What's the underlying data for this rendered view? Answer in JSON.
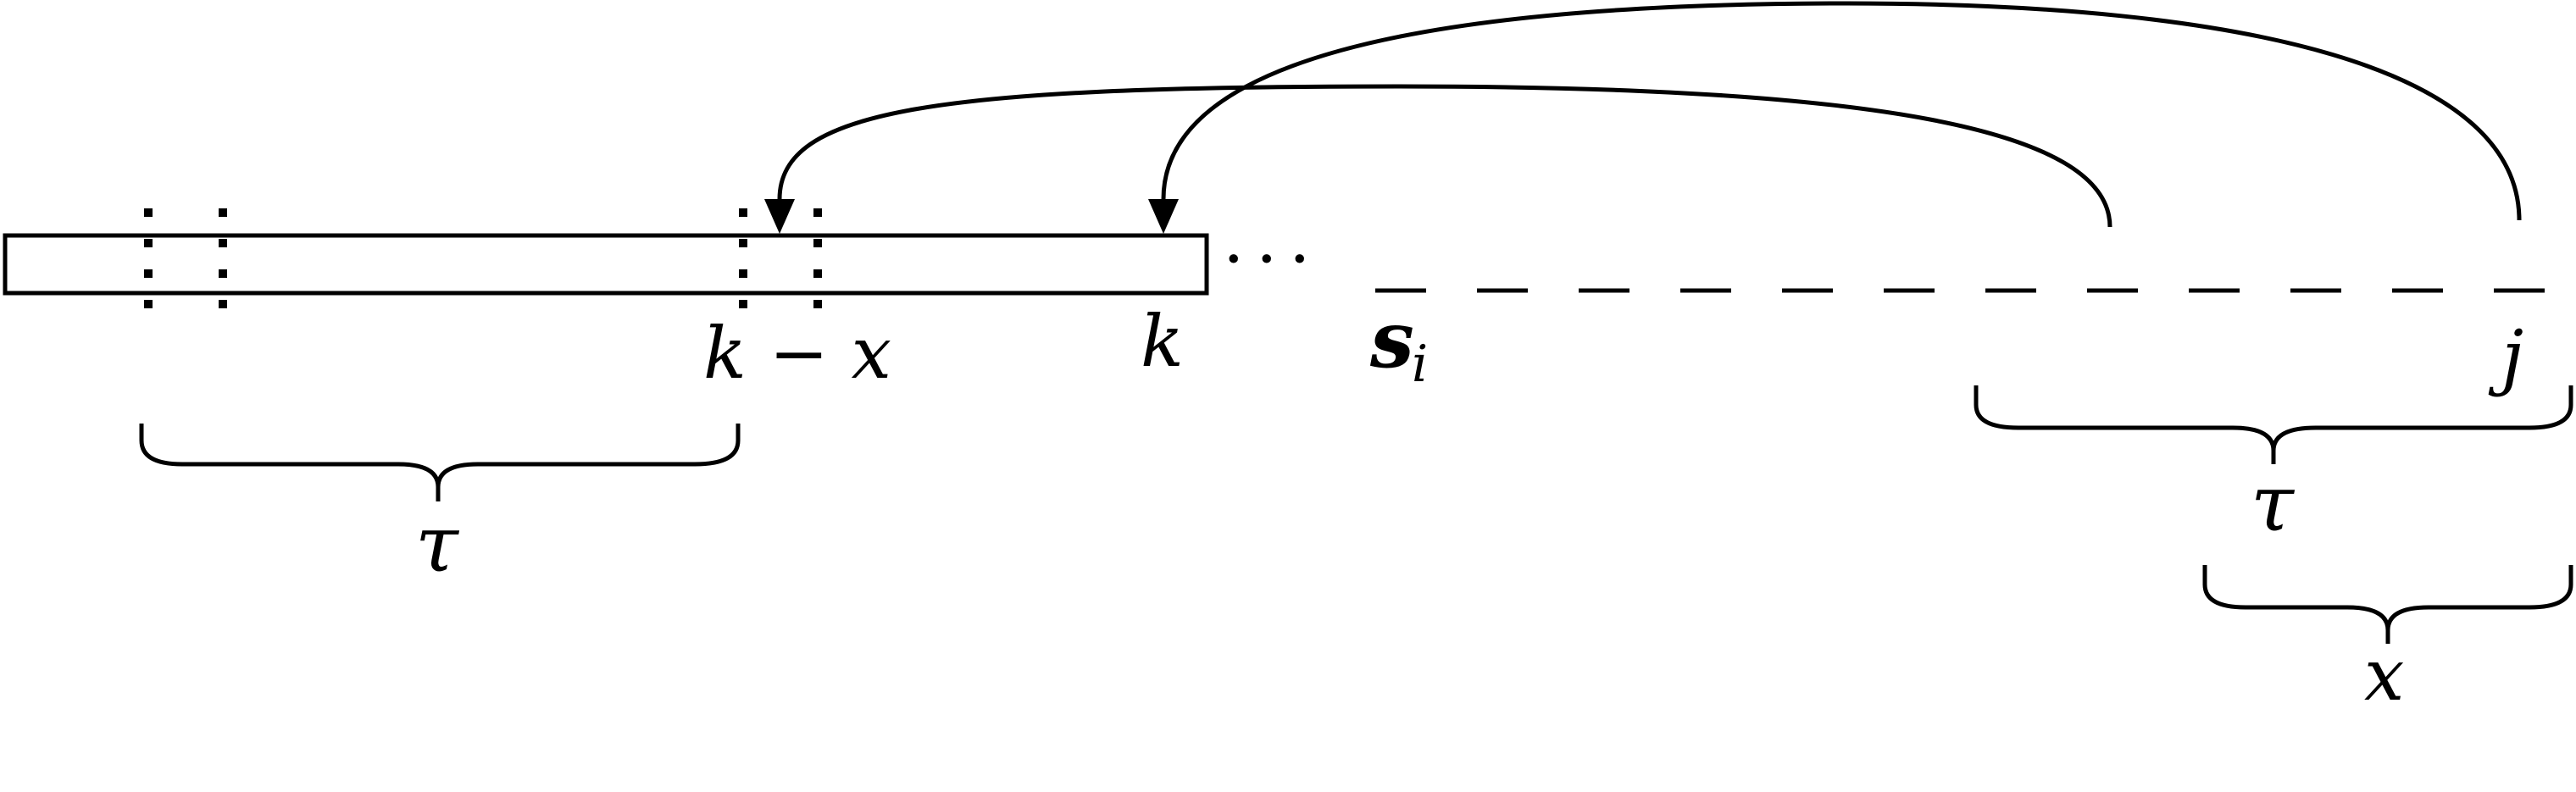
{
  "labels": {
    "k_minus_x": "k − x",
    "k": "k",
    "ellipsis": "· · ·",
    "s": "s",
    "s_subscript": "i",
    "j": "j",
    "tau_left": "τ",
    "tau_right": "τ",
    "x_brace": "x"
  },
  "colors": {
    "stroke": "#000000",
    "background": "#ffffff"
  }
}
